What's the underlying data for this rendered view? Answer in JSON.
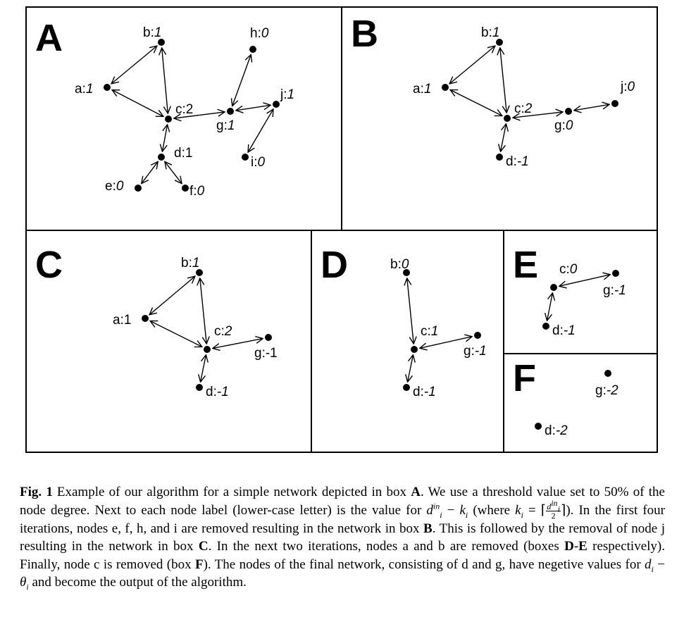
{
  "figure": {
    "panels": [
      {
        "letter": "A",
        "nodes": [
          {
            "id": "a",
            "name": "a:",
            "value": "1",
            "italic": true
          },
          {
            "id": "b",
            "name": "b:",
            "value": "1",
            "italic": true
          },
          {
            "id": "c",
            "name": "c:",
            "value": "2",
            "italic": false
          },
          {
            "id": "d",
            "name": "d:",
            "value": "1",
            "italic": false
          },
          {
            "id": "e",
            "name": "e:",
            "value": "0",
            "italic": true
          },
          {
            "id": "f",
            "name": "f:",
            "value": "0",
            "italic": true
          },
          {
            "id": "g",
            "name": "g:",
            "value": "1",
            "italic": true
          },
          {
            "id": "h",
            "name": "h:",
            "value": "0",
            "italic": true
          },
          {
            "id": "i",
            "name": "i:",
            "value": "0",
            "italic": true
          },
          {
            "id": "j",
            "name": "j:",
            "value": "1",
            "italic": true
          }
        ],
        "edges": [
          [
            "a",
            "b"
          ],
          [
            "a",
            "c"
          ],
          [
            "b",
            "c"
          ],
          [
            "c",
            "g"
          ],
          [
            "c",
            "d"
          ],
          [
            "d",
            "e"
          ],
          [
            "d",
            "f"
          ],
          [
            "g",
            "h"
          ],
          [
            "g",
            "j"
          ],
          [
            "j",
            "i"
          ]
        ]
      },
      {
        "letter": "B",
        "nodes": [
          {
            "id": "a",
            "name": "a:",
            "value": "1",
            "italic": true
          },
          {
            "id": "b",
            "name": "b:",
            "value": "1",
            "italic": true
          },
          {
            "id": "c",
            "name": "c:",
            "value": "2",
            "italic": true
          },
          {
            "id": "d",
            "name": "d:",
            "value": "-1",
            "italic": true
          },
          {
            "id": "g",
            "name": "g:",
            "value": "0",
            "italic": true
          },
          {
            "id": "j",
            "name": "j:",
            "value": "0",
            "italic": true
          }
        ],
        "edges": [
          [
            "a",
            "b"
          ],
          [
            "a",
            "c"
          ],
          [
            "b",
            "c"
          ],
          [
            "c",
            "g"
          ],
          [
            "c",
            "d"
          ],
          [
            "g",
            "j"
          ]
        ]
      },
      {
        "letter": "C",
        "nodes": [
          {
            "id": "a",
            "name": "a:",
            "value": "1",
            "italic": false
          },
          {
            "id": "b",
            "name": "b:",
            "value": "1",
            "italic": true
          },
          {
            "id": "c",
            "name": "c:",
            "value": "2",
            "italic": true
          },
          {
            "id": "d",
            "name": "d:",
            "value": "-1",
            "italic": true
          },
          {
            "id": "g",
            "name": "g:",
            "value": "-1",
            "italic": false
          }
        ],
        "edges": [
          [
            "a",
            "b"
          ],
          [
            "a",
            "c"
          ],
          [
            "b",
            "c"
          ],
          [
            "c",
            "g"
          ],
          [
            "c",
            "d"
          ]
        ]
      },
      {
        "letter": "D",
        "nodes": [
          {
            "id": "b",
            "name": "b:",
            "value": "0",
            "italic": true
          },
          {
            "id": "c",
            "name": "c:",
            "value": "1",
            "italic": true
          },
          {
            "id": "d",
            "name": "d:",
            "value": "-1",
            "italic": true
          },
          {
            "id": "g",
            "name": "g:",
            "value": "-1",
            "italic": true
          }
        ],
        "edges": [
          [
            "b",
            "c"
          ],
          [
            "c",
            "g"
          ],
          [
            "c",
            "d"
          ]
        ]
      },
      {
        "letter": "E",
        "nodes": [
          {
            "id": "c",
            "name": "c:",
            "value": "0",
            "italic": true
          },
          {
            "id": "d",
            "name": "d:",
            "value": "-1",
            "italic": true
          },
          {
            "id": "g",
            "name": "g:",
            "value": "-1",
            "italic": true
          }
        ],
        "edges": [
          [
            "c",
            "g"
          ],
          [
            "c",
            "d"
          ]
        ]
      },
      {
        "letter": "F",
        "nodes": [
          {
            "id": "d",
            "name": "d:",
            "value": "-2",
            "italic": true
          },
          {
            "id": "g",
            "name": "g:",
            "value": "-2",
            "italic": true
          }
        ],
        "edges": []
      }
    ]
  },
  "caption": {
    "label": "Fig. 1",
    "t1": "Example of our algorithm for a simple network depicted in box ",
    "b1": "A",
    "t2": ". We use a threshold value set to 50% of the node degree. Next to each node label (lower-case letter) is the value for ",
    "m_d": "d",
    "m_i": "i",
    "m_in": "in",
    "t3": " − ",
    "m_k": "k",
    "t4": " (where ",
    "t5": " = ⌈",
    "frac_den": "2",
    "t6": "⌉). In the first four iterations, nodes e, f, h, and i are removed resulting in the network in box ",
    "b2": "B",
    "t7": ". This is followed by the removal of node j resulting in the network in box ",
    "b3": "C",
    "t8": ". In the next two iterations, nodes a and b are removed (boxes ",
    "b4": "D",
    "t9": "-",
    "b5": "E",
    "t10": " respectively). Finally, node c is removed (box ",
    "b6": "F",
    "t11": "). The nodes of the final network, consisting of d and g, have negetive values for ",
    "m_theta": "θ",
    "t12": " and become the output of the algorithm."
  }
}
